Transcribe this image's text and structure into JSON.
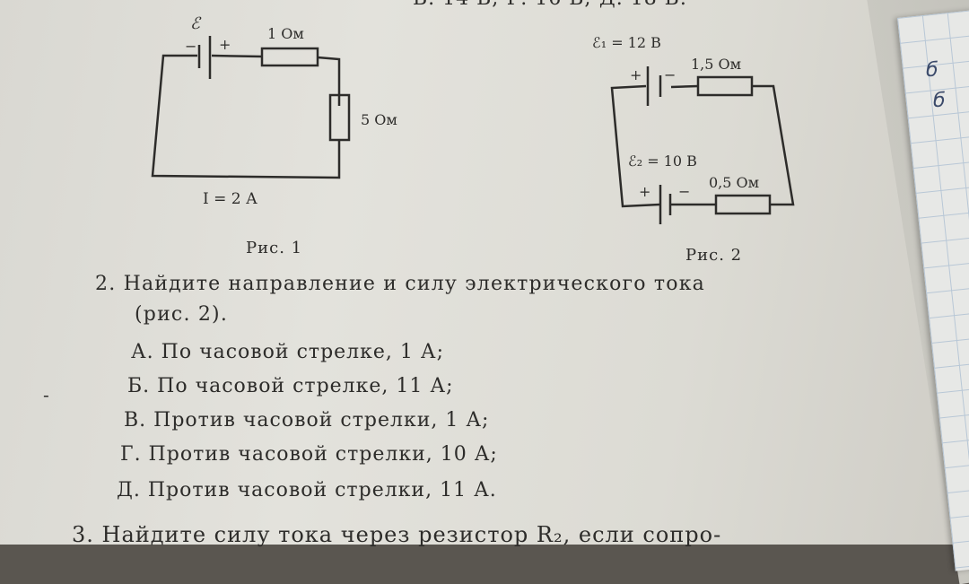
{
  "top_cut_text": "В. 14 В;   Г. 16 В;   Д. 18 В.",
  "fig1": {
    "emf_symbol": "ℰ",
    "minus": "−",
    "plus": "+",
    "r1": "1 Ом",
    "r2": "5 Ом",
    "current": "I = 2 А",
    "caption": "Рис. 1"
  },
  "fig2": {
    "emf1": "ℰ₁ = 12 В",
    "plus1": "+",
    "minus1": "−",
    "r1": "1,5 Ом",
    "emf2": "ℰ₂ = 10 В",
    "plus2": "+",
    "minus2": "−",
    "r2": "0,5 Ом",
    "caption": "Рис. 2"
  },
  "question": {
    "line1": "2. Найдите направление и силу электрического тока",
    "line2": "(рис. 2).",
    "options": [
      "А. По часовой стрелке, 1 А;",
      "Б. По часовой стрелке, 11 А;",
      "В. Против часовой стрелки, 1 А;",
      "Г. Против часовой стрелки, 10 А;",
      "Д. Против часовой стрелки, 11 А."
    ]
  },
  "bottom_cut_text": "3. Найдите силу тока через резистор R₂, если сопро-",
  "notebook": {
    "letter1": "б",
    "letter2": "б"
  },
  "margin_mark": "-"
}
